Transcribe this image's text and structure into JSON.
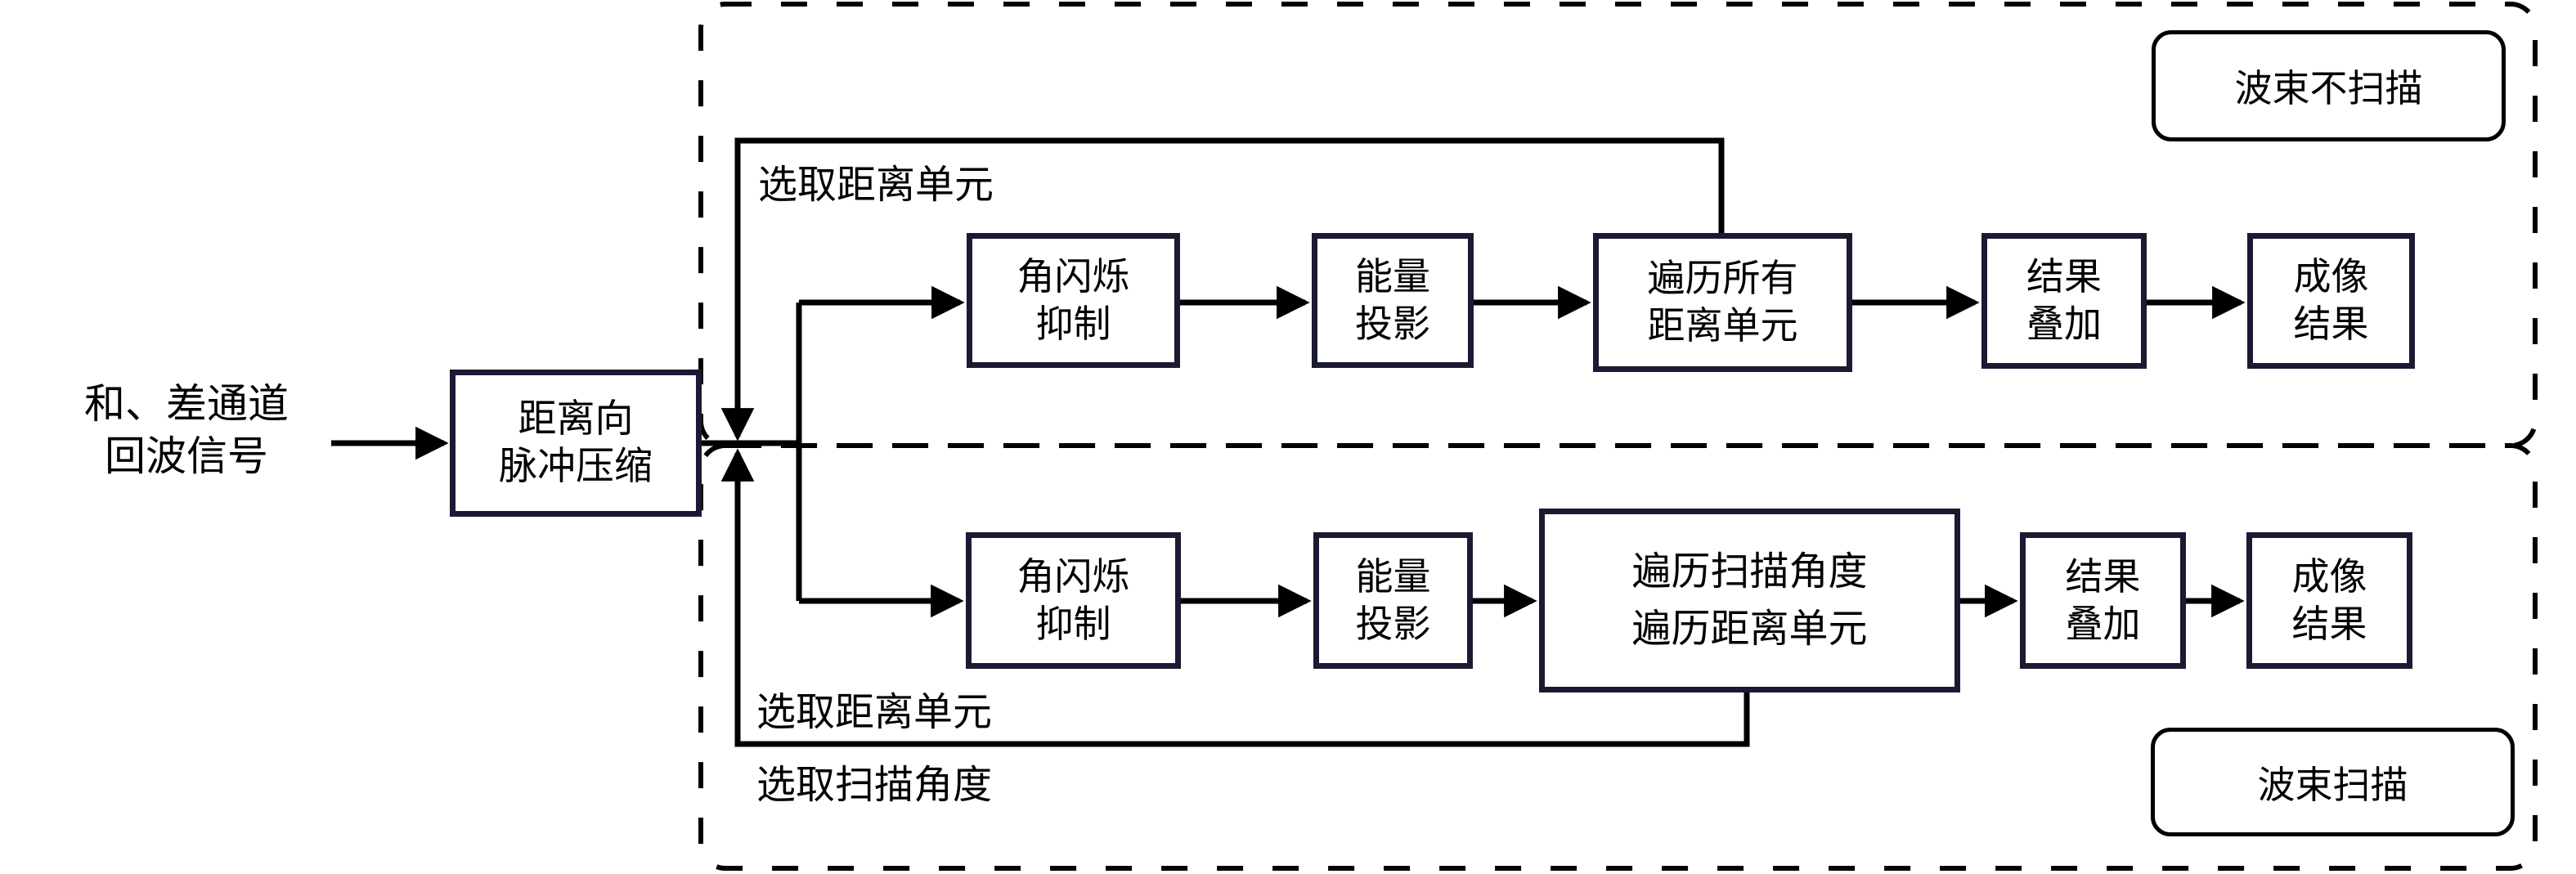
{
  "diagram": {
    "input_label": "和、差通道\n回波信号",
    "pulse_compression_label": "距离向\n脉冲压缩",
    "top_branch": {
      "region_label": "波束不扫描",
      "loop_label": "选取距离单元",
      "nodes": [
        "角闪烁\n抑制",
        "能量\n投影",
        "遍历所有\n距离单元",
        "结果\n叠加",
        "成像\n结果"
      ]
    },
    "bottom_branch": {
      "region_label": "波束扫描",
      "loop_label_range": "选取距离单元",
      "loop_label_angle": "选取扫描角度",
      "nodes": [
        "角闪烁\n抑制",
        "能量\n投影",
        "遍历扫描角度\n遍历距离单元",
        "结果\n叠加",
        "成像\n结果"
      ]
    },
    "colors": {
      "box_border": "#1a1a33",
      "line": "#000000",
      "background": "#ffffff"
    }
  }
}
